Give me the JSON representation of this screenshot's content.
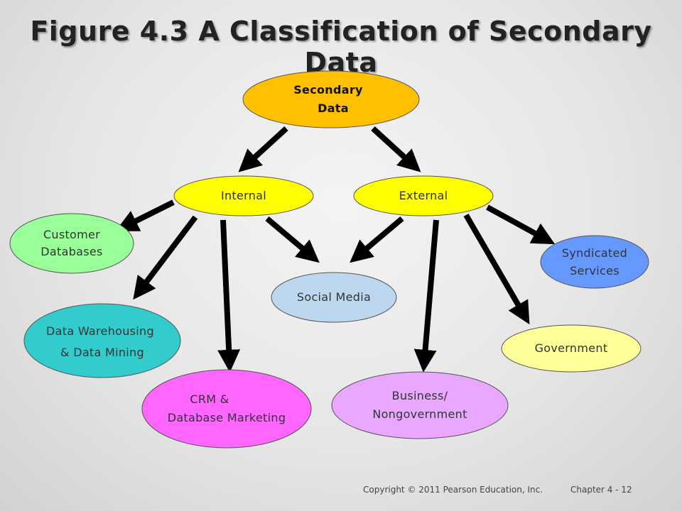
{
  "title": "Figure 4.3  A Classification of Secondary Data",
  "nodes": {
    "secondary": {
      "line1": "Secondary",
      "line2": "Data",
      "color": "#FFC000"
    },
    "internal": {
      "label": "Internal",
      "color": "#FFFF00"
    },
    "external": {
      "label": "External",
      "color": "#FFFF00"
    },
    "customer_db": {
      "line1": "Customer",
      "line2": "Databases",
      "color": "#99FF99"
    },
    "data_warehousing": {
      "line1": "Data Warehousing",
      "line2": "& Data Mining",
      "color": "#33CCCC"
    },
    "crm": {
      "line1": "CRM &",
      "line2": "Database Marketing",
      "color": "#FF66FF"
    },
    "social_media": {
      "label": "Social Media",
      "color": "#BDD7EE"
    },
    "business": {
      "line1": "Business/",
      "line2": "Nongovernment",
      "color": "#E9A7FF"
    },
    "government": {
      "label": "Government",
      "color": "#FFFF99"
    },
    "syndicated": {
      "line1": "Syndicated",
      "line2": "Services",
      "color": "#6699FF"
    }
  },
  "footer": {
    "copyright": "Copyright © 2011 Pearson Education, Inc.",
    "chapter": "Chapter 4 - 12"
  }
}
